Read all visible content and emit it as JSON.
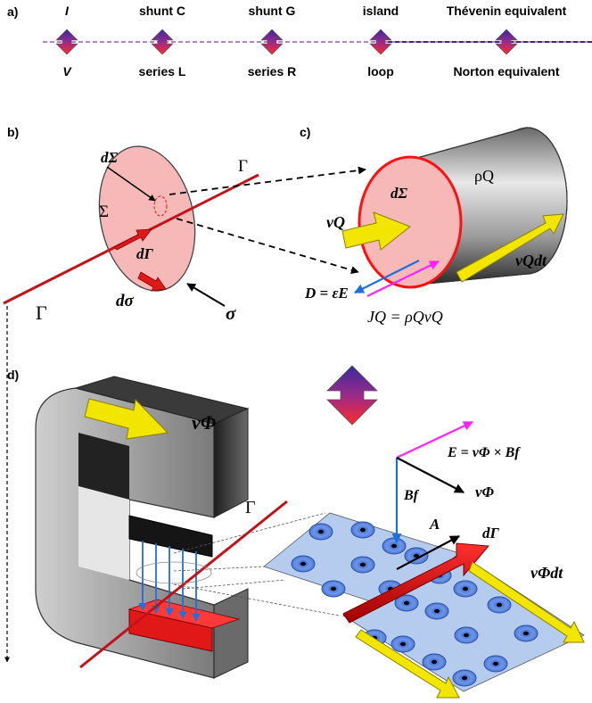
{
  "panel_a": {
    "label": "a)",
    "pairs": [
      {
        "top": "I",
        "bottom": "V"
      },
      {
        "top": "shunt C",
        "bottom": "series L"
      },
      {
        "top": "shunt G",
        "bottom": "series R"
      },
      {
        "top": "island",
        "bottom": "loop"
      },
      {
        "top": "Thévenin equivalent",
        "bottom": "Norton equivalent"
      }
    ]
  },
  "panel_b": {
    "label": "b)",
    "d_sigma_upper": "dΣ",
    "sigma_upper": "Σ",
    "gamma_line": "Γ",
    "d_gamma": "dΓ",
    "d_sigma_lower": "dσ",
    "sigma_lower": "σ",
    "gamma_left": "Γ"
  },
  "panel_c": {
    "label": "c)",
    "d_sigma": "dΣ",
    "rho": "ρQ",
    "v_q": "vQ",
    "v_q_dt": "vQdt",
    "d_eq": "D = εE",
    "j_eq": "JQ = ρQvQ"
  },
  "panel_d": {
    "label": "d)",
    "v_phi": "vΦ",
    "gamma": "Γ",
    "e_eq": "E = vΦ × Bf",
    "b_f": "Bf",
    "v_phi_right": "vΦ",
    "a_vec": "A",
    "d_gamma": "dΓ",
    "v_phi_dt": "vΦdt"
  },
  "colors": {
    "wire": "#c0141a",
    "arrow_yellow": "#f2e600",
    "disk_pink": "#f7b8b8",
    "magenta": "#ff22ff",
    "blue": "#1e6fe0",
    "dashed_purple": "#8a3c9c"
  }
}
